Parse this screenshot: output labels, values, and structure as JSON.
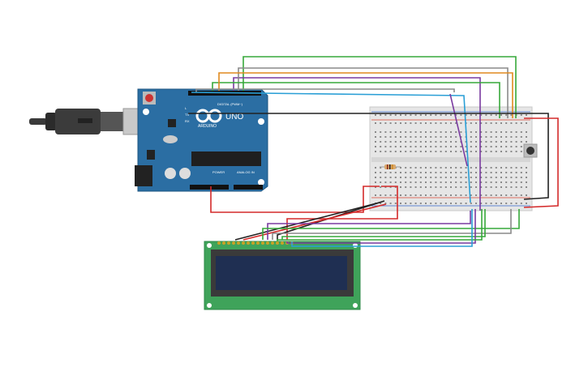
{
  "arduino": {
    "brand": "ARDUINO",
    "model": "UNO",
    "digital_header": "DIGITAL (PWM~)",
    "power_header": "POWER",
    "analog_header": "ANALOG IN",
    "board_color": "#2b6ea3",
    "tx_label": "TX",
    "rx_label": "RX",
    "l_label": "L"
  },
  "breadboard": {
    "color": "#e6e6e6"
  },
  "lcd": {
    "pcb_color": "#3fa35a",
    "screen_color": "#1f2f52"
  },
  "wire_colors": {
    "green": "#37a83a",
    "purple": "#7a3aa0",
    "gray": "#8a8a8a",
    "blue": "#2a9fd6",
    "red": "#d42a2a",
    "black": "#222222",
    "orange": "#e08a1e"
  }
}
